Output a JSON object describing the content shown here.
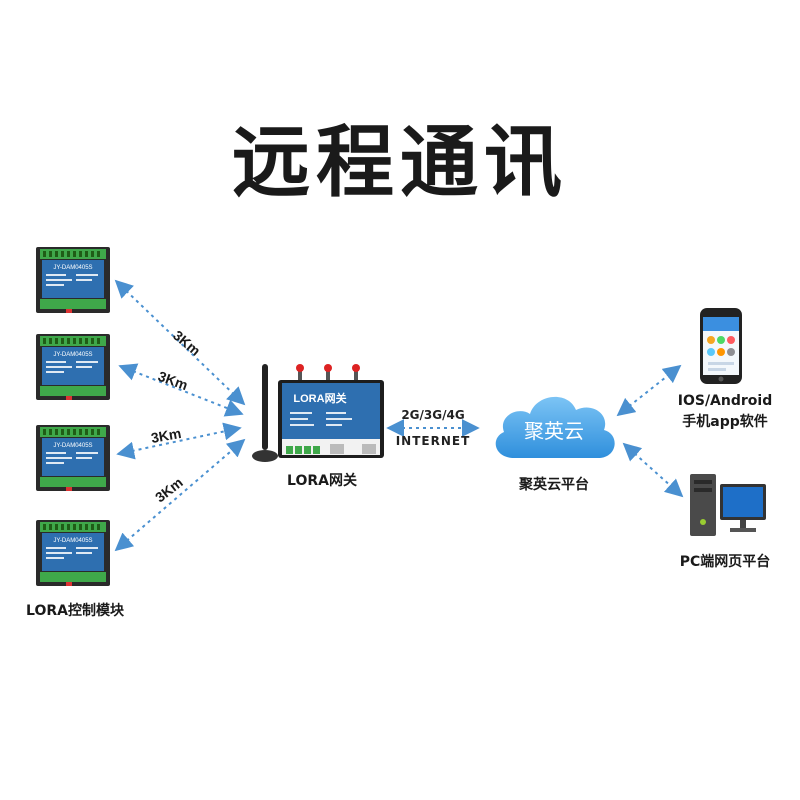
{
  "title": "远程通讯",
  "modules": {
    "model_text": "JY-DAM0405S",
    "caption": "LORA控制模块"
  },
  "distance_labels": [
    "3Km",
    "3Km",
    "3Km",
    "3Km"
  ],
  "gateway": {
    "panel_title": "LORA网关",
    "caption": "LORA网关"
  },
  "link": {
    "networks": "2G/3G/4G",
    "internet": "INTERNET"
  },
  "cloud": {
    "name": "聚英云",
    "caption": "聚英云平台"
  },
  "mobile": {
    "line1": "IOS/Android",
    "line2": "手机app软件"
  },
  "pc": {
    "caption": "PC端网页平台"
  },
  "colors": {
    "arrow": "#4a90d0",
    "device_blue": "#2e6fb0",
    "terminal_green": "#3fa84a",
    "cloud": "#4da3e6"
  }
}
